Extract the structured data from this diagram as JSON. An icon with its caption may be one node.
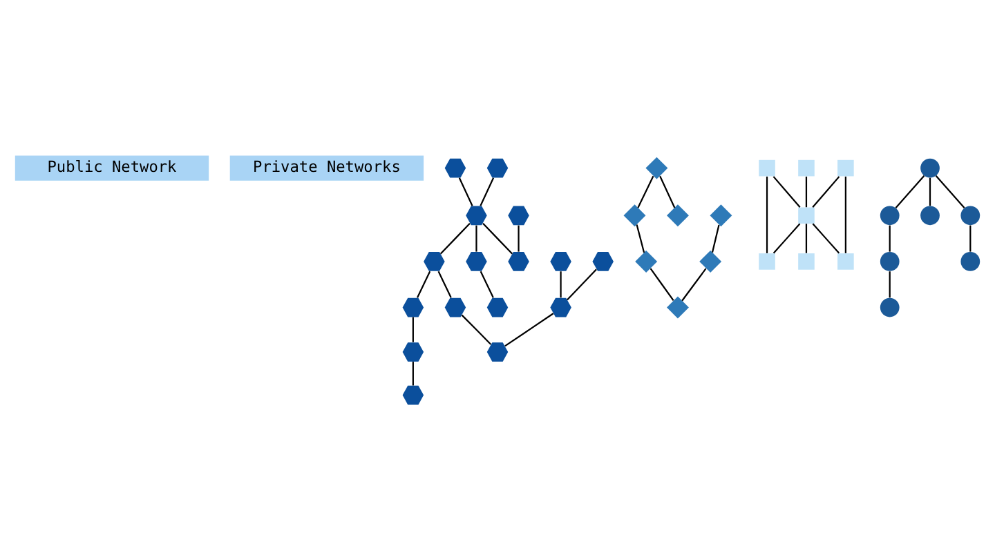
{
  "diagram": {
    "nodes": [
      {
        "text": [
          "Public Network"
        ]
      },
      {
        "text": [
          "Private Networks"
        ]
      },
      {
        "text": [],
        "shape": "hexagon"
      },
      {
        "text": [],
        "shape": "hexagon"
      },
      {
        "text": [],
        "shape": "hexagon"
      },
      {
        "text": [],
        "shape": "hexagon"
      },
      {
        "text": [],
        "shape": "hexagon"
      },
      {
        "text": [],
        "shape": "hexagon"
      },
      {
        "text": [],
        "shape": "hexagon"
      },
      {
        "text": [],
        "shape": "hexagon"
      },
      {
        "text": [],
        "shape": "hexagon"
      },
      {
        "text": [],
        "shape": "hexagon"
      },
      {
        "text": [],
        "shape": "hexagon"
      },
      {
        "text": [],
        "shape": "hexagon"
      },
      {
        "text": [],
        "shape": "hexagon"
      },
      {
        "text": [],
        "shape": "hexagon"
      },
      {
        "text": [],
        "shape": "hexagon"
      },
      {
        "text": [],
        "shape": "hexagon"
      },
      {
        "text": [],
        "shape": "diamond"
      },
      {
        "text": [],
        "shape": "diamond"
      },
      {
        "text": [],
        "shape": "diamond"
      },
      {
        "text": [],
        "shape": "diamond"
      },
      {
        "text": [],
        "shape": "diamond"
      },
      {
        "text": [],
        "shape": "diamond"
      },
      {
        "text": [],
        "shape": "diamond"
      },
      {
        "text": [],
        "shape": "box"
      },
      {
        "text": [],
        "shape": "box"
      },
      {
        "text": [],
        "shape": "box"
      },
      {
        "text": [],
        "shape": "box"
      },
      {
        "text": [],
        "shape": "box"
      },
      {
        "text": [],
        "shape": "box"
      },
      {
        "text": [],
        "shape": "box"
      },
      {
        "text": [],
        "shape": "circle"
      },
      {
        "text": [],
        "shape": "circle"
      },
      {
        "text": [],
        "shape": "circle"
      },
      {
        "text": [],
        "shape": "circle"
      },
      {
        "text": [],
        "shape": "circle"
      },
      {
        "text": [],
        "shape": "circle"
      },
      {
        "text": [],
        "shape": "circle"
      }
    ],
    "edges": [
      {
        "from": 2,
        "to": 7,
        "arrow": "none"
      },
      {
        "from": 3,
        "to": 7,
        "arrow": "none"
      },
      {
        "from": 7,
        "to": 8,
        "arrow": "none"
      },
      {
        "from": 7,
        "to": 10,
        "arrow": "none"
      },
      {
        "from": 7,
        "to": 13,
        "arrow": "none"
      },
      {
        "from": 4,
        "to": 11,
        "arrow": "none"
      },
      {
        "from": 6,
        "to": 11,
        "arrow": "none"
      },
      {
        "from": 11,
        "to": 16,
        "arrow": "none"
      },
      {
        "from": 5,
        "to": 13,
        "arrow": "none"
      },
      {
        "from": 8,
        "to": 9,
        "arrow": "none"
      },
      {
        "from": 9,
        "to": 14,
        "arrow": "none"
      },
      {
        "from": 8,
        "to": 12,
        "arrow": "none"
      },
      {
        "from": 12,
        "to": 16,
        "arrow": "none"
      },
      {
        "from": 10,
        "to": 17,
        "arrow": "none"
      },
      {
        "from": 14,
        "to": 15,
        "arrow": "none"
      },
      {
        "from": 18,
        "to": 20,
        "arrow": "none"
      },
      {
        "from": 18,
        "to": 22,
        "arrow": "none"
      },
      {
        "from": 19,
        "to": 21,
        "arrow": "none"
      },
      {
        "from": 20,
        "to": 23,
        "arrow": "none"
      },
      {
        "from": 23,
        "to": 24,
        "arrow": "none"
      },
      {
        "from": 21,
        "to": 24,
        "arrow": "none"
      },
      {
        "from": 25,
        "to": 28,
        "arrow": "none"
      },
      {
        "from": 26,
        "to": 28,
        "arrow": "none"
      },
      {
        "from": 27,
        "to": 28,
        "arrow": "none"
      },
      {
        "from": 28,
        "to": 29,
        "arrow": "none"
      },
      {
        "from": 28,
        "to": 30,
        "arrow": "none"
      },
      {
        "from": 28,
        "to": 31,
        "arrow": "none"
      },
      {
        "from": 25,
        "to": 29,
        "arrow": "none"
      },
      {
        "from": 27,
        "to": 31,
        "arrow": "none"
      },
      {
        "from": 33,
        "to": 32,
        "arrow": "none"
      },
      {
        "from": 32,
        "to": 34,
        "arrow": "none"
      },
      {
        "from": 33,
        "to": 36,
        "arrow": "none"
      },
      {
        "from": 34,
        "to": 35,
        "arrow": "none"
      },
      {
        "from": 33,
        "to": 37,
        "arrow": "none"
      },
      {
        "from": 37,
        "to": 38,
        "arrow": "none"
      }
    ]
  }
}
